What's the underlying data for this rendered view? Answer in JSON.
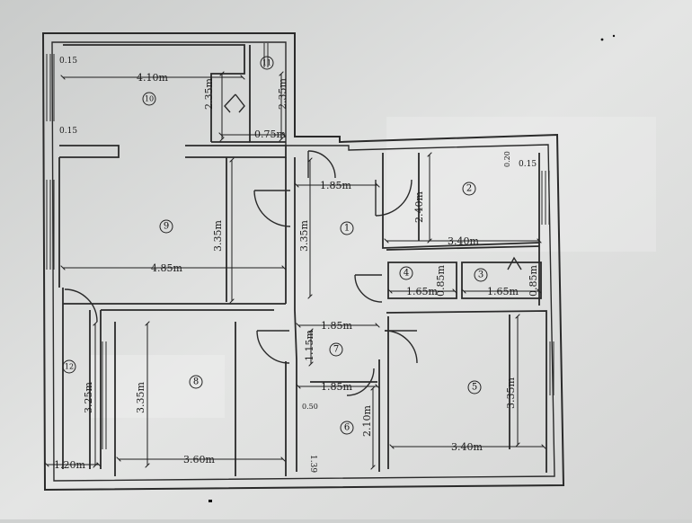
{
  "plan": {
    "rooms": [
      {
        "id": "room-1",
        "number": "1"
      },
      {
        "id": "room-2",
        "number": "2"
      },
      {
        "id": "room-3",
        "number": "3"
      },
      {
        "id": "room-4",
        "number": "4"
      },
      {
        "id": "room-5",
        "number": "5"
      },
      {
        "id": "room-6",
        "number": "6"
      },
      {
        "id": "room-7",
        "number": "7"
      },
      {
        "id": "room-8",
        "number": "8"
      },
      {
        "id": "room-9",
        "number": "9"
      },
      {
        "id": "room-10",
        "number": "10"
      },
      {
        "id": "room-11",
        "number": "11"
      },
      {
        "id": "room-12",
        "number": "12"
      }
    ],
    "dimensions": {
      "d_410": "4.10m",
      "d_235a": "2.35m",
      "d_235b": "2.35m",
      "d_075": "0.75m",
      "d_015a": "0.15",
      "d_015b": "0.15",
      "d_015c": "0.15",
      "d_020": "0.20",
      "d_335a": "3.35m",
      "d_485": "4.85m",
      "d_185a": "1.85m",
      "d_335b": "3.35m",
      "d_240": "2.40m",
      "d_340a": "3.40m",
      "d_165a": "1.65m",
      "d_085a": "0.85m",
      "d_165b": "1.65m",
      "d_085b": "0.85m",
      "d_185b": "1.85m",
      "d_115": "1.15m",
      "d_185c": "1.85m",
      "d_050": "0.50",
      "d_210": "2.10m",
      "d_139": "1.39",
      "d_335c": "3.35m",
      "d_340b": "3.40m",
      "d_325": "3.25m",
      "d_335d": "3.35m",
      "d_120": "1.20m",
      "d_360": "3.60m"
    }
  }
}
